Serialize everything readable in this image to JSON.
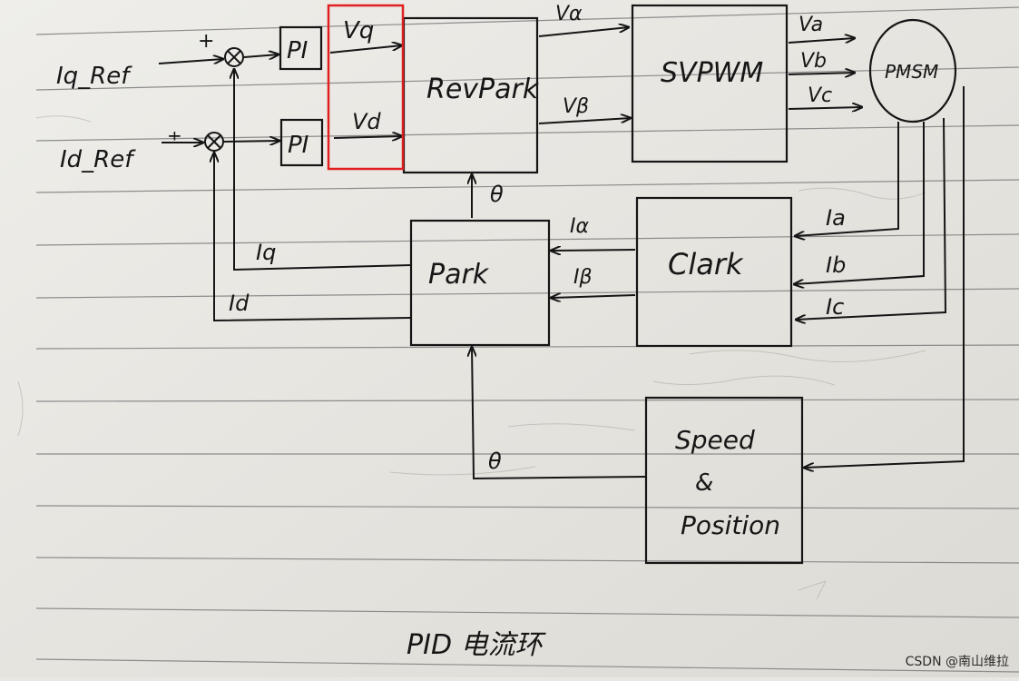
{
  "diagram": {
    "inputs": {
      "iq_ref": "Iq_Ref",
      "id_ref": "Id_Ref"
    },
    "summing": {
      "q_sign": "+",
      "d_sign": "±"
    },
    "blocks": {
      "pi_q": "PI",
      "pi_d": "PI",
      "revpark": "RevPark",
      "svpwm": "SVPWM",
      "pmsm": "PMSM",
      "park": "Park",
      "clark": "Clark",
      "speed_line1": "Speed",
      "speed_line2": "&",
      "speed_line3": "Position"
    },
    "signals": {
      "vq": "Vq",
      "vd": "Vd",
      "valpha": "Vα",
      "vbeta": "Vβ",
      "va": "Va",
      "vb": "Vb",
      "vc": "Vc",
      "ia": "Ia",
      "ib": "Ib",
      "ic": "Ic",
      "ialpha": "Iα",
      "ibeta": "Iβ",
      "theta_park": "θ",
      "theta_pos": "θ",
      "iq_fb": "Iq",
      "id_fb": "Id"
    },
    "title": "PID 电流环",
    "highlight_color": "#e02020"
  },
  "watermark": "CSDN @南山维拉"
}
